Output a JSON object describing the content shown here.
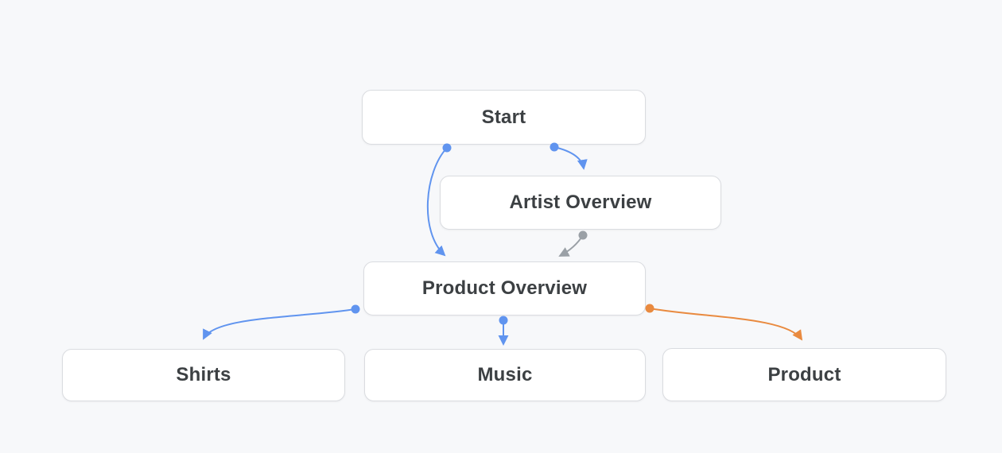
{
  "diagram": {
    "nodes": [
      {
        "id": "start",
        "label": "Start"
      },
      {
        "id": "artist-overview",
        "label": "Artist Overview"
      },
      {
        "id": "product-overview",
        "label": "Product Overview"
      },
      {
        "id": "shirts",
        "label": "Shirts"
      },
      {
        "id": "music",
        "label": "Music"
      },
      {
        "id": "product",
        "label": "Product"
      }
    ],
    "edges": [
      {
        "from": "start",
        "to": "artist-overview",
        "color": "blue"
      },
      {
        "from": "start",
        "to": "product-overview",
        "color": "blue"
      },
      {
        "from": "artist-overview",
        "to": "product-overview",
        "color": "gray"
      },
      {
        "from": "product-overview",
        "to": "shirts",
        "color": "blue"
      },
      {
        "from": "product-overview",
        "to": "music",
        "color": "blue"
      },
      {
        "from": "product-overview",
        "to": "product",
        "color": "orange"
      }
    ]
  },
  "colors": {
    "blue": "#6094ef",
    "gray": "#9aa0a6",
    "orange": "#e98a3f",
    "node_border": "#dadce0",
    "node_fill": "#ffffff",
    "text": "#3c4043",
    "background": "#f7f8fa"
  }
}
